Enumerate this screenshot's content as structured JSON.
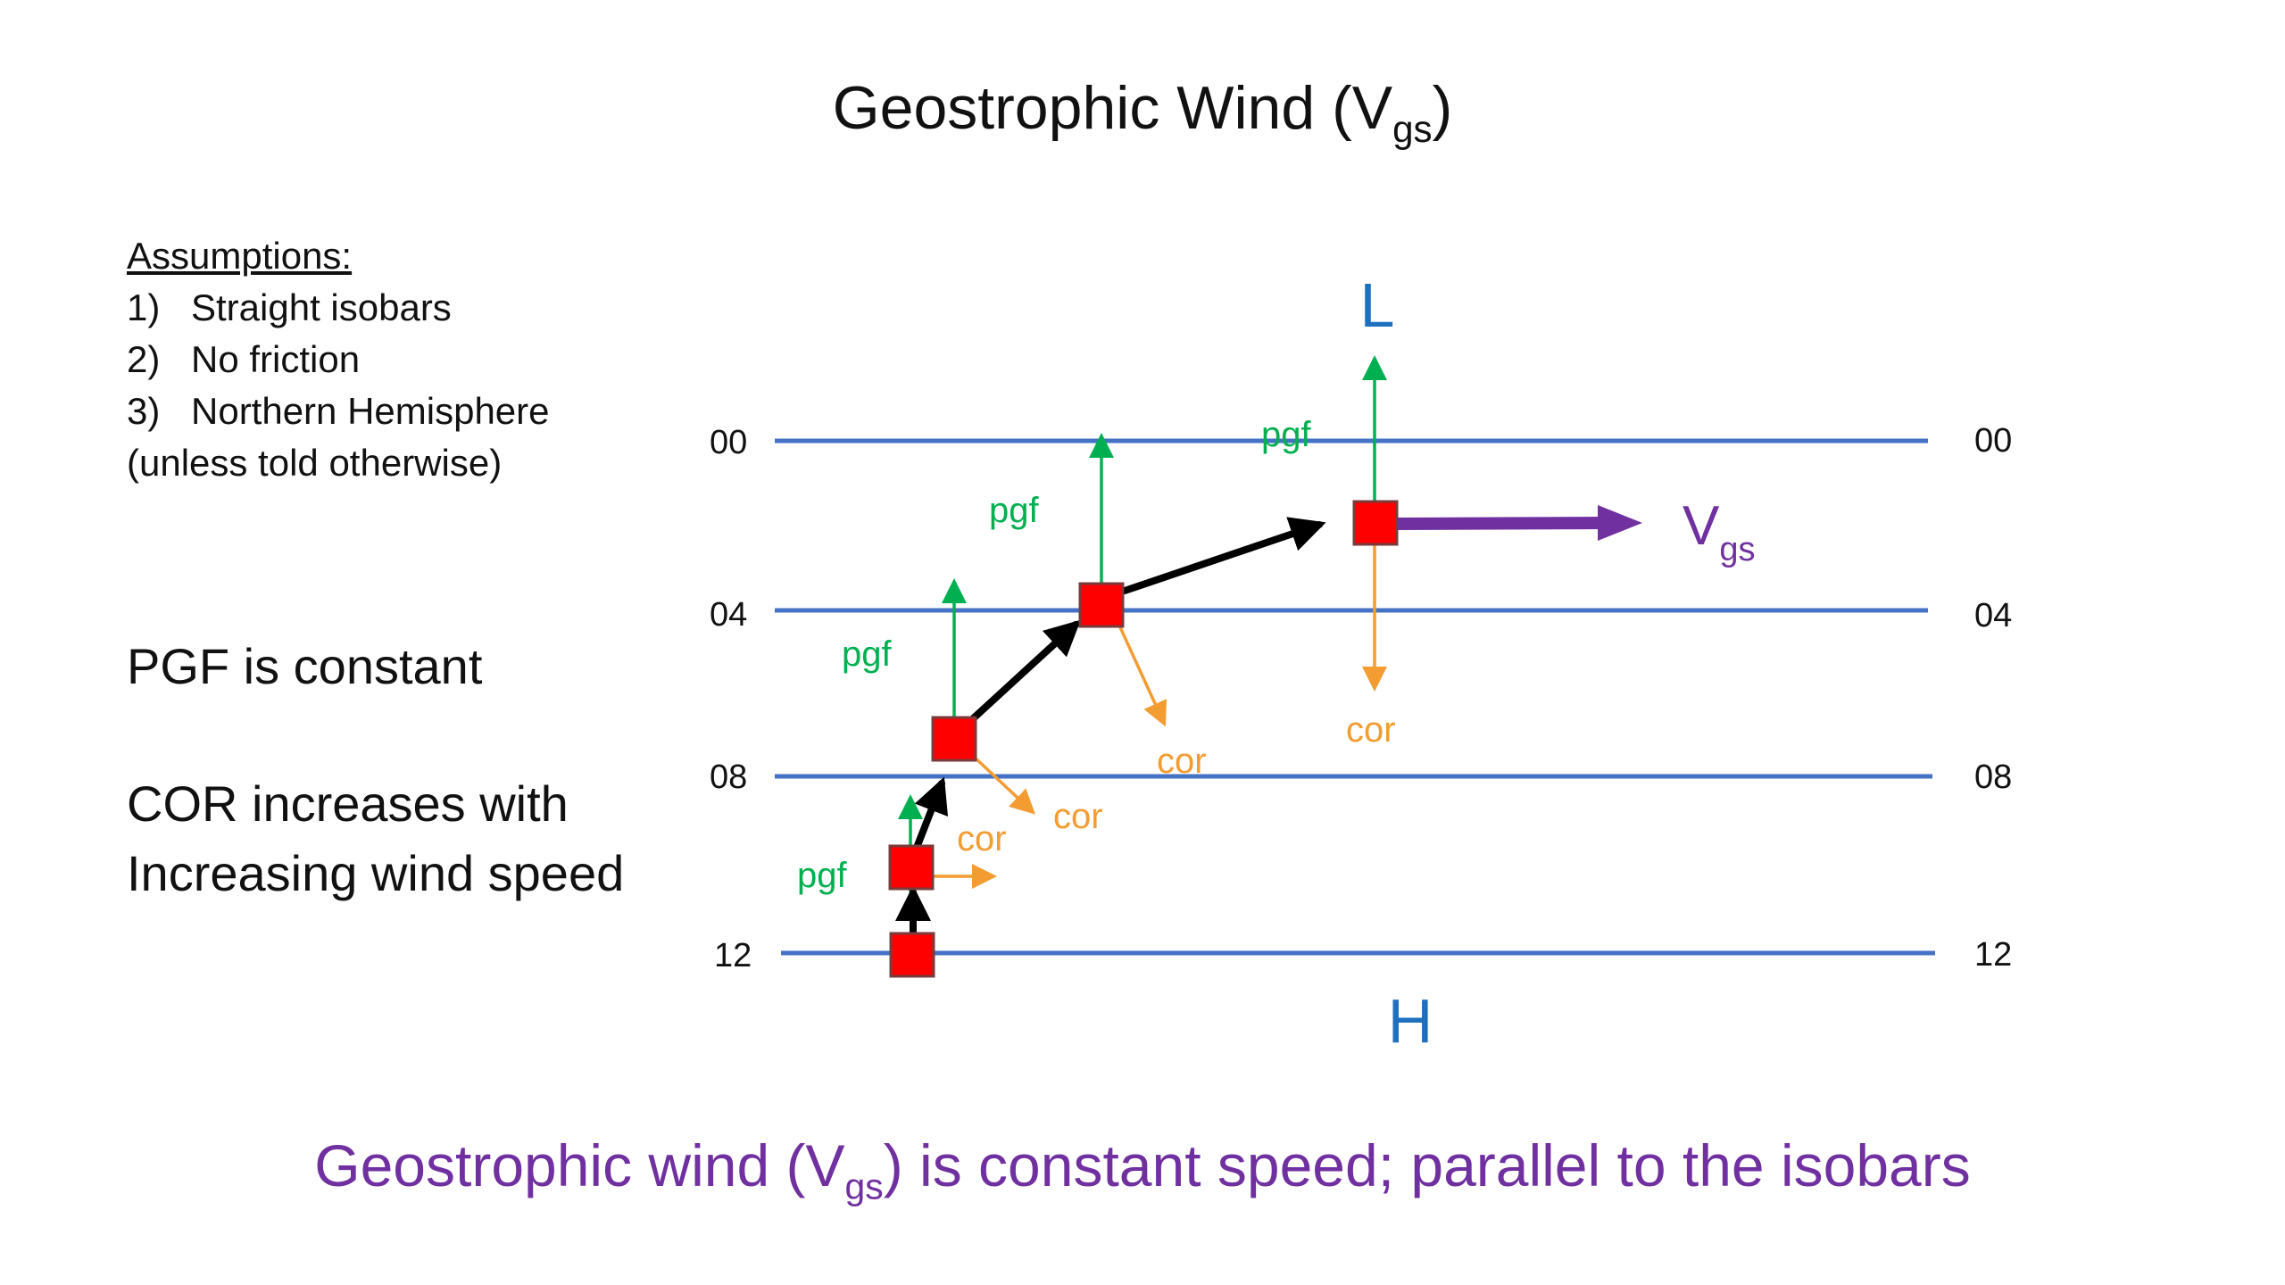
{
  "title": {
    "main": "Geostrophic Wind (V",
    "sub": "gs",
    "close": ")"
  },
  "assumptions": {
    "heading": "Assumptions:",
    "items": [
      {
        "num": "1)",
        "text": "Straight isobars"
      },
      {
        "num": "2)",
        "text": "No friction"
      },
      {
        "num": "3)",
        "text": "Northern Hemisphere"
      }
    ],
    "footnote": "(unless told otherwise)"
  },
  "notes": {
    "pgf": "PGF is constant",
    "cor_line1": "COR increases with",
    "cor_line2": "Increasing wind speed"
  },
  "diagram": {
    "low_label": "L",
    "high_label": "H",
    "isobar_labels": [
      "00",
      "04",
      "08",
      "12"
    ],
    "pgf_label": "pgf",
    "cor_label": "cor",
    "vgs_main": "V",
    "vgs_sub": "gs",
    "colors": {
      "isobar": "#4472c4",
      "pgf": "#00b050",
      "cor": "#f39c32",
      "parcel": "#ff0000",
      "path": "#000000",
      "vgs": "#7030a0",
      "pressure_label": "#1f6fbf"
    }
  },
  "bottom_caption": {
    "before": "Geostrophic wind (V",
    "sub": "gs",
    "after": ") is constant speed; parallel to the isobars"
  }
}
